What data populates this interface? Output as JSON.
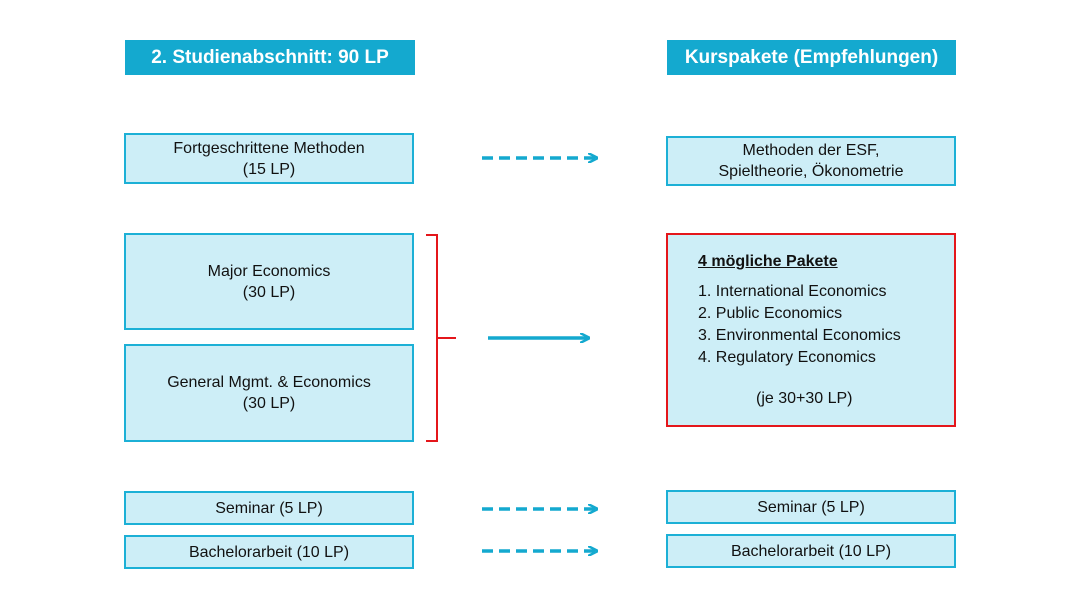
{
  "headers": {
    "left": "2. Studienabschnitt:  90 LP",
    "right": "Kurspakete (Empfehlungen)"
  },
  "left_boxes": {
    "methods": {
      "line1": "Fortgeschrittene Methoden",
      "line2": "(15 LP)"
    },
    "major": {
      "line1": "Major Economics",
      "line2": "(30 LP)"
    },
    "general": {
      "line1": "General Mgmt. & Economics",
      "line2": "(30 LP)"
    },
    "seminar": {
      "line1": "Seminar (5 LP)"
    },
    "thesis": {
      "line1": "Bachelorarbeit (10 LP)"
    }
  },
  "right_boxes": {
    "methods": {
      "line1": "Methoden der ESF,",
      "line2": "Spieltheorie, Ökonometrie"
    },
    "packages": {
      "title": "4 mögliche Pakete",
      "items": [
        "1. International Economics",
        "2. Public Economics",
        "3. Environmental  Economics",
        "4. Regulatory Economics"
      ],
      "note": "(je 30+30 LP)"
    },
    "seminar": {
      "line1": "Seminar (5 LP)"
    },
    "thesis": {
      "line1": "Bachelorarbeit (10 LP)"
    }
  },
  "colors": {
    "accent": "#14a9cf",
    "box_fill": "#cdeef7",
    "box_border": "#1cb0d6",
    "highlight_border": "#e4161b"
  }
}
